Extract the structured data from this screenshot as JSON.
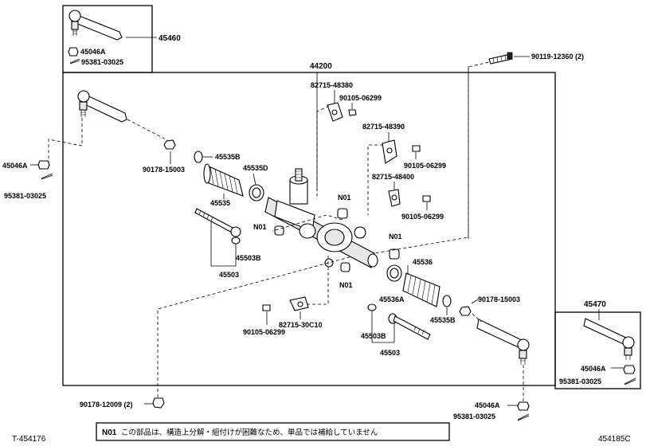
{
  "labels": {
    "p45460": "45460",
    "p45046a_inset_tl": "45046A",
    "p95381_inset_tl": "95381-03025",
    "p44200": "44200",
    "p90119": "90119-12360 (2)",
    "p82715_48380": "82715-48380",
    "p90105_a": "90105-06299",
    "p82715_48390": "82715-48390",
    "p90105_b": "90105-06299",
    "p82715_48400": "82715-48400",
    "p90105_c": "90105-06299",
    "p45535b_l": "45535B",
    "p45535d": "45535D",
    "p90178_l": "90178-15003",
    "p45535": "45535",
    "n01_a": "N01",
    "n01_b": "N01",
    "n01_c": "N01",
    "n01_d": "N01",
    "p45503b_l": "45503B",
    "p45503_l": "45503",
    "p45046a_left": "45046A",
    "p95381_left": "95381-03025",
    "p45536": "45536",
    "p45536a": "45536A",
    "p90178_r": "90178-15003",
    "p45535b_r": "45535B",
    "p82715_30c10": "82715-30C10",
    "p90105_d": "90105-06299",
    "p45503b_r": "45503B",
    "p45503_r": "45503",
    "p45470": "45470",
    "p45046a_inset_br": "45046A",
    "p95381_inset_br": "95381-03025",
    "p90178_12009": "90178-12009 (2)",
    "p45046a_bottom": "45046A",
    "p95381_bottom": "95381-03025"
  },
  "note": {
    "code": "N01",
    "text": "この部品は、構造上分解・組付けが困難なため、単品では補給していません"
  },
  "footer": {
    "left_code": "T-454176",
    "right_code": "454185C"
  }
}
